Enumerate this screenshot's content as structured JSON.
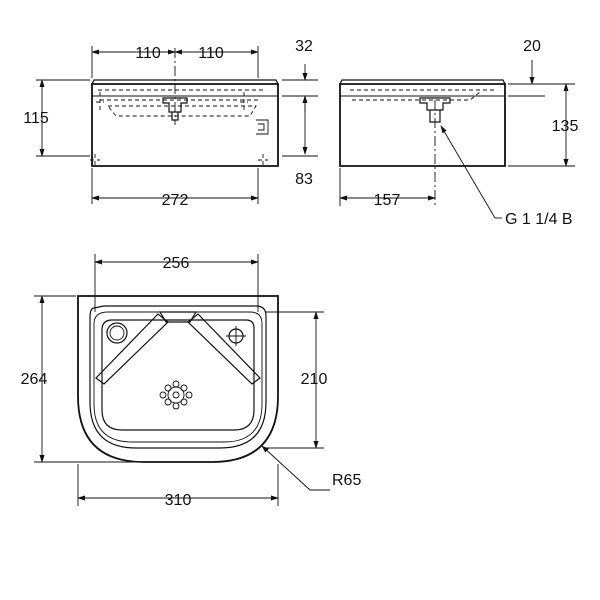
{
  "front_view": {
    "dims": {
      "half_left": "110",
      "half_right": "110",
      "top_thickness": "32",
      "height": "115",
      "fixing_height": "83",
      "width": "272"
    }
  },
  "side_view": {
    "dims": {
      "top_thickness": "20",
      "height": "135",
      "depth": "157",
      "thread": "G 1 1/4 B"
    }
  },
  "plan_view": {
    "dims": {
      "inner_width": "256",
      "depth": "264",
      "inner_depth": "210",
      "radius": "R65",
      "width": "310"
    }
  }
}
